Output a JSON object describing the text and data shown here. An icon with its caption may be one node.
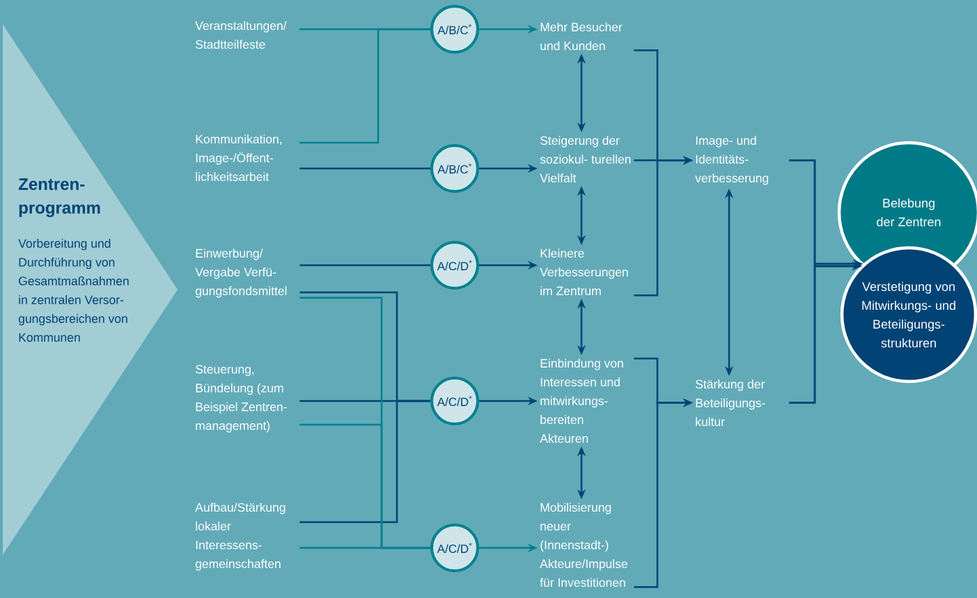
{
  "diagram": {
    "nodes": [
      {
        "text": [
          "Zentren- programm",
          "Vorbereitung und Durchführung von Gesamtmaßnahmen in zentralen Versor- gungsbereichen von Kommunen"
        ]
      },
      {
        "text": [
          "Veranstaltungen/ Stadtteilfeste"
        ]
      },
      {
        "text": [
          "Kommunikation, Image-/Öffent- lichkeitsarbeit"
        ]
      },
      {
        "text": [
          "Einwerbung/ Vergabe Verfü- gungsfondsmittel"
        ]
      },
      {
        "text": [
          "Steuerung, Bündelung (zum Beispiel Zentren- management)"
        ]
      },
      {
        "text": [
          "Aufbau/Stärkung lokaler Interessens- gemeinschaften"
        ]
      },
      {
        "text": [
          "A/B/C$^{*}$"
        ]
      },
      {
        "text": [
          "A/B/C$^{*}$"
        ]
      },
      {
        "text": [
          "A/C/D$^{*}$"
        ]
      },
      {
        "text": [
          "A/C/D$^{*}$"
        ]
      },
      {
        "text": [
          "A/C/D$^{*}$"
        ]
      },
      {
        "text": [
          "Mehr Besucher und Kunden"
        ]
      },
      {
        "text": [
          "Steigerung der soziokul- turellen Vielfalt"
        ]
      },
      {
        "text": [
          "Kleinere Verbesserungen im Zentrum"
        ]
      },
      {
        "text": [
          "Einbindung von Interessen und mitwirkungs- bereiten Akteuren"
        ]
      },
      {
        "text": [
          "Mobilisierung neuer (Innenstadt-) Akteure/Impulse für Investitionen"
        ]
      },
      {
        "text": [
          "Image- und Identitäts- verbesserung"
        ]
      },
      {
        "text": [
          "Stärkung der Beteiligungs- kultur"
        ]
      },
      {
        "text": [
          "Belebung der Zentren"
        ]
      },
      {
        "text": [
          "Verstetigung von Mitwirkungs- und Beteiligungs- strukturen"
        ]
      }
    ],
    "edges": [
      {
        "from": 1,
        "to": 6,
        "arrow": "none",
        "color": "#00808e"
      },
      {
        "from": 2,
        "to": 6,
        "arrow": "none",
        "color": "#00808e"
      },
      {
        "from": 6,
        "to": 11,
        "arrow": "to",
        "color": "#00808e"
      },
      {
        "from": 2,
        "to": 7,
        "arrow": "none"
      },
      {
        "from": 7,
        "to": 12,
        "arrow": "to"
      },
      {
        "from": 3,
        "to": 8,
        "arrow": "none"
      },
      {
        "from": 8,
        "to": 13,
        "arrow": "to"
      },
      {
        "from": 4,
        "to": 9,
        "arrow": "none"
      },
      {
        "from": 3,
        "to": 9,
        "arrow": "none"
      },
      {
        "from": 5,
        "to": 9,
        "arrow": "none"
      },
      {
        "from": 9,
        "to": 14,
        "arrow": "to"
      },
      {
        "from": 3,
        "to": 10,
        "arrow": "none",
        "color": "#00808e"
      },
      {
        "from": 4,
        "to": 10,
        "arrow": "none",
        "color": "#00808e"
      },
      {
        "from": 5,
        "to": 10,
        "arrow": "none",
        "color": "#00808e"
      },
      {
        "from": 10,
        "to": 15,
        "arrow": "to",
        "color": "#00808e"
      },
      {
        "from": 11,
        "to": 12,
        "arrow": "both"
      },
      {
        "from": 12,
        "to": 13,
        "arrow": "both"
      },
      {
        "from": 13,
        "to": 14,
        "arrow": "both"
      },
      {
        "from": 14,
        "to": 15,
        "arrow": "both"
      },
      {
        "from": 11,
        "to": 16,
        "arrow": "to"
      },
      {
        "from": 12,
        "to": 16,
        "arrow": "to"
      },
      {
        "from": 13,
        "to": 16,
        "arrow": "to"
      },
      {
        "from": 14,
        "to": 17,
        "arrow": "to"
      },
      {
        "from": 15,
        "to": 17,
        "arrow": "to"
      },
      {
        "from": 16,
        "to": 17,
        "arrow": "both"
      },
      {
        "from": 16,
        "to": 18,
        "arrow": "to"
      },
      {
        "from": 17,
        "to": 18,
        "arrow": "to"
      },
      {
        "from": 16,
        "to": 19,
        "arrow": "to"
      },
      {
        "from": 17,
        "to": 19,
        "arrow": "to"
      }
    ]
  }
}
